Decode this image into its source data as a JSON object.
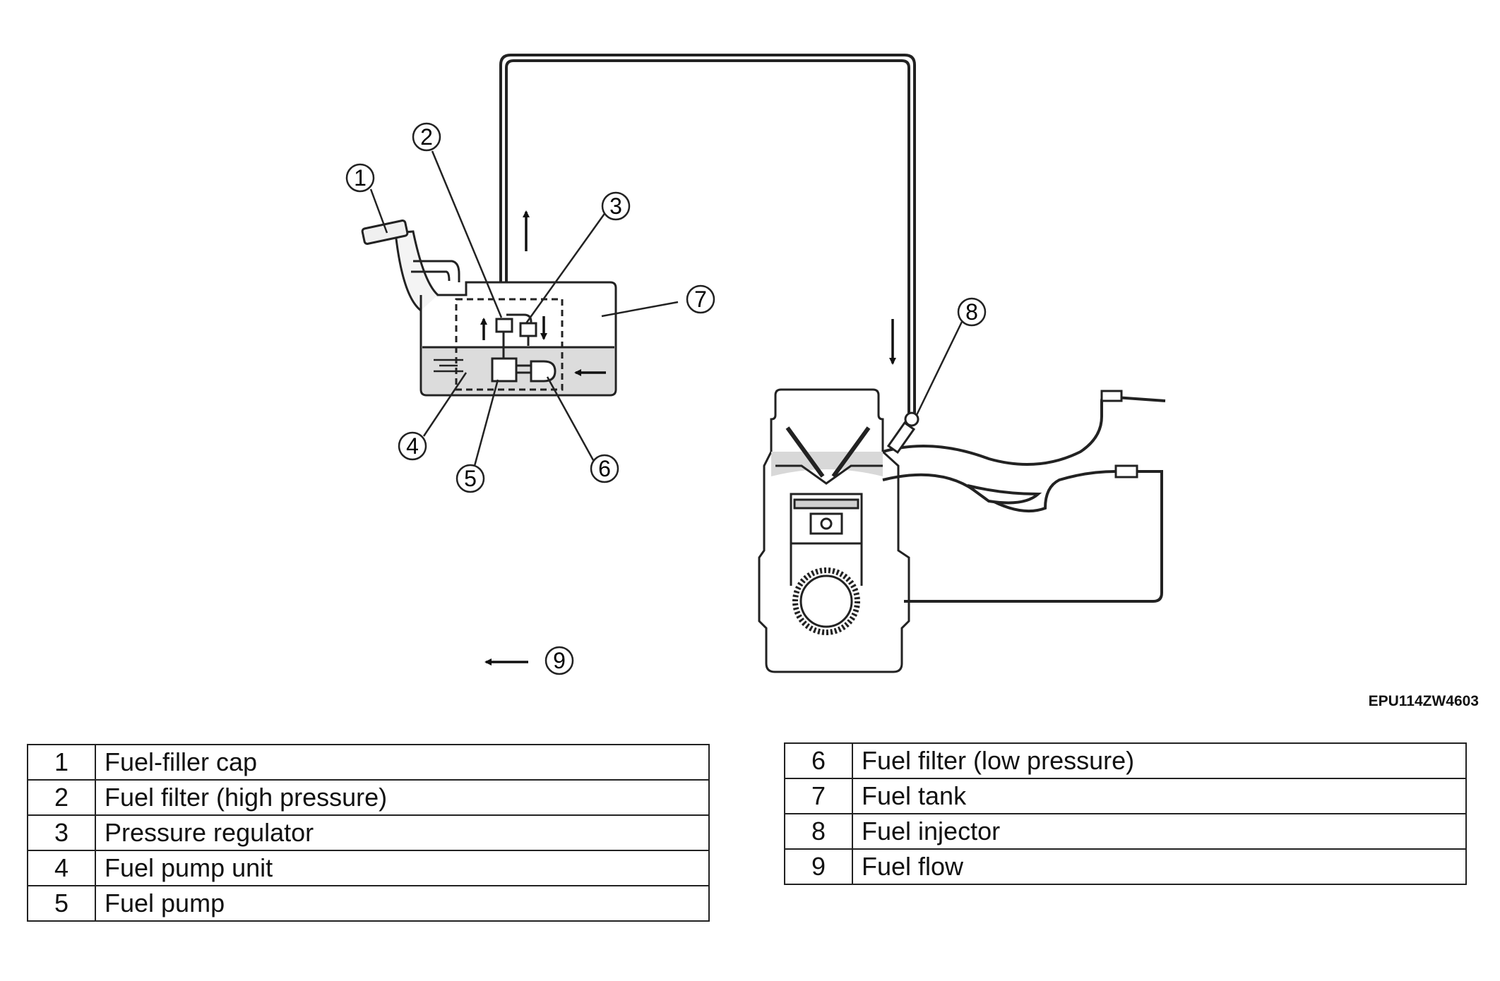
{
  "figure_code": "EPU114ZW4603",
  "callouts": [
    "1",
    "2",
    "3",
    "4",
    "5",
    "6",
    "7",
    "8",
    "9"
  ],
  "legend_left": [
    {
      "num": "1",
      "label": "Fuel-filler cap"
    },
    {
      "num": "2",
      "label": "Fuel filter (high pressure)"
    },
    {
      "num": "3",
      "label": "Pressure regulator"
    },
    {
      "num": "4",
      "label": "Fuel pump unit"
    },
    {
      "num": "5",
      "label": "Fuel pump"
    }
  ],
  "legend_right": [
    {
      "num": "6",
      "label": "Fuel filter (low pressure)"
    },
    {
      "num": "7",
      "label": "Fuel tank"
    },
    {
      "num": "8",
      "label": "Fuel injector"
    },
    {
      "num": "9",
      "label": "Fuel flow"
    }
  ]
}
